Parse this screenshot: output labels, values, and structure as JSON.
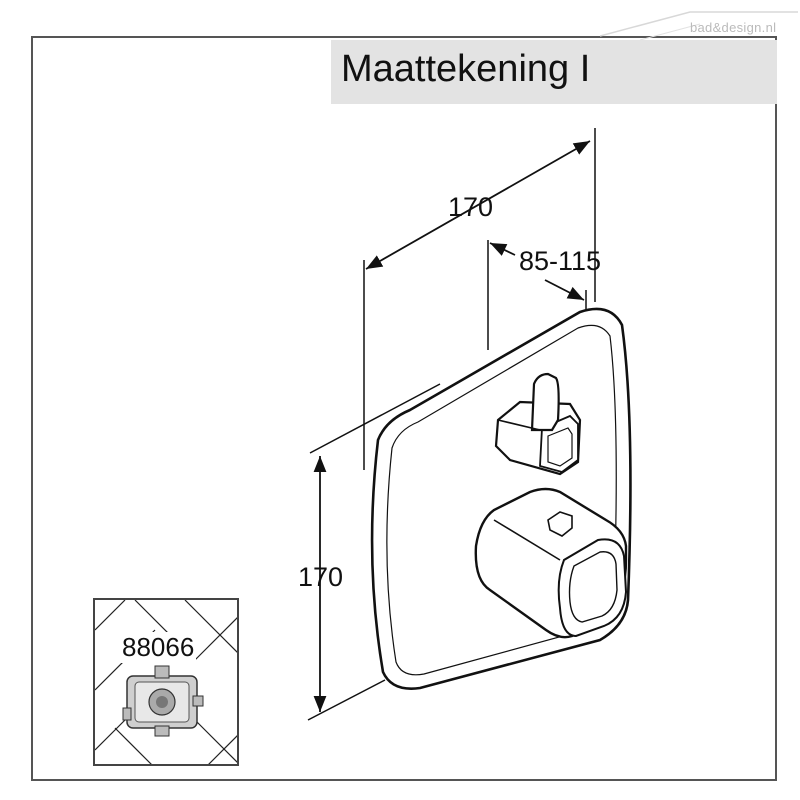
{
  "title": "Maattekening I",
  "watermark": "bad&design.nl",
  "dimensions": {
    "width": "170",
    "depth": "85-115",
    "height": "170"
  },
  "inset": {
    "article_number": "88066"
  }
}
